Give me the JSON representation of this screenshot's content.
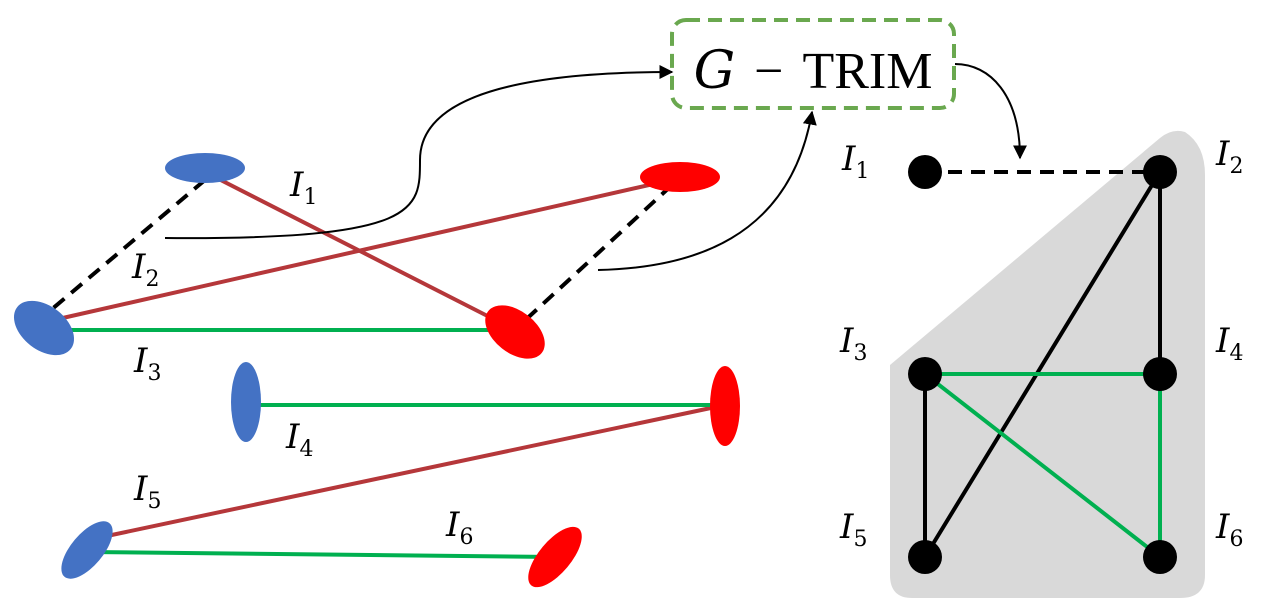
{
  "title_box": {
    "g": "G",
    "dash": "−",
    "trim": "TRIM",
    "border_color": "#6aa84f"
  },
  "left_labels": [
    {
      "base": "I",
      "sub": "1"
    },
    {
      "base": "I",
      "sub": "2"
    },
    {
      "base": "I",
      "sub": "3"
    },
    {
      "base": "I",
      "sub": "4"
    },
    {
      "base": "I",
      "sub": "5"
    },
    {
      "base": "I",
      "sub": "6"
    }
  ],
  "right_labels": [
    {
      "base": "I",
      "sub": "1"
    },
    {
      "base": "I",
      "sub": "2"
    },
    {
      "base": "I",
      "sub": "3"
    },
    {
      "base": "I",
      "sub": "4"
    },
    {
      "base": "I",
      "sub": "5"
    },
    {
      "base": "I",
      "sub": "6"
    }
  ],
  "colors": {
    "blue": "#4472c4",
    "red": "#ff0000",
    "dark_red": "#b5373a",
    "green": "#00b050",
    "black": "#000000",
    "hull": "#d9d9d9"
  }
}
